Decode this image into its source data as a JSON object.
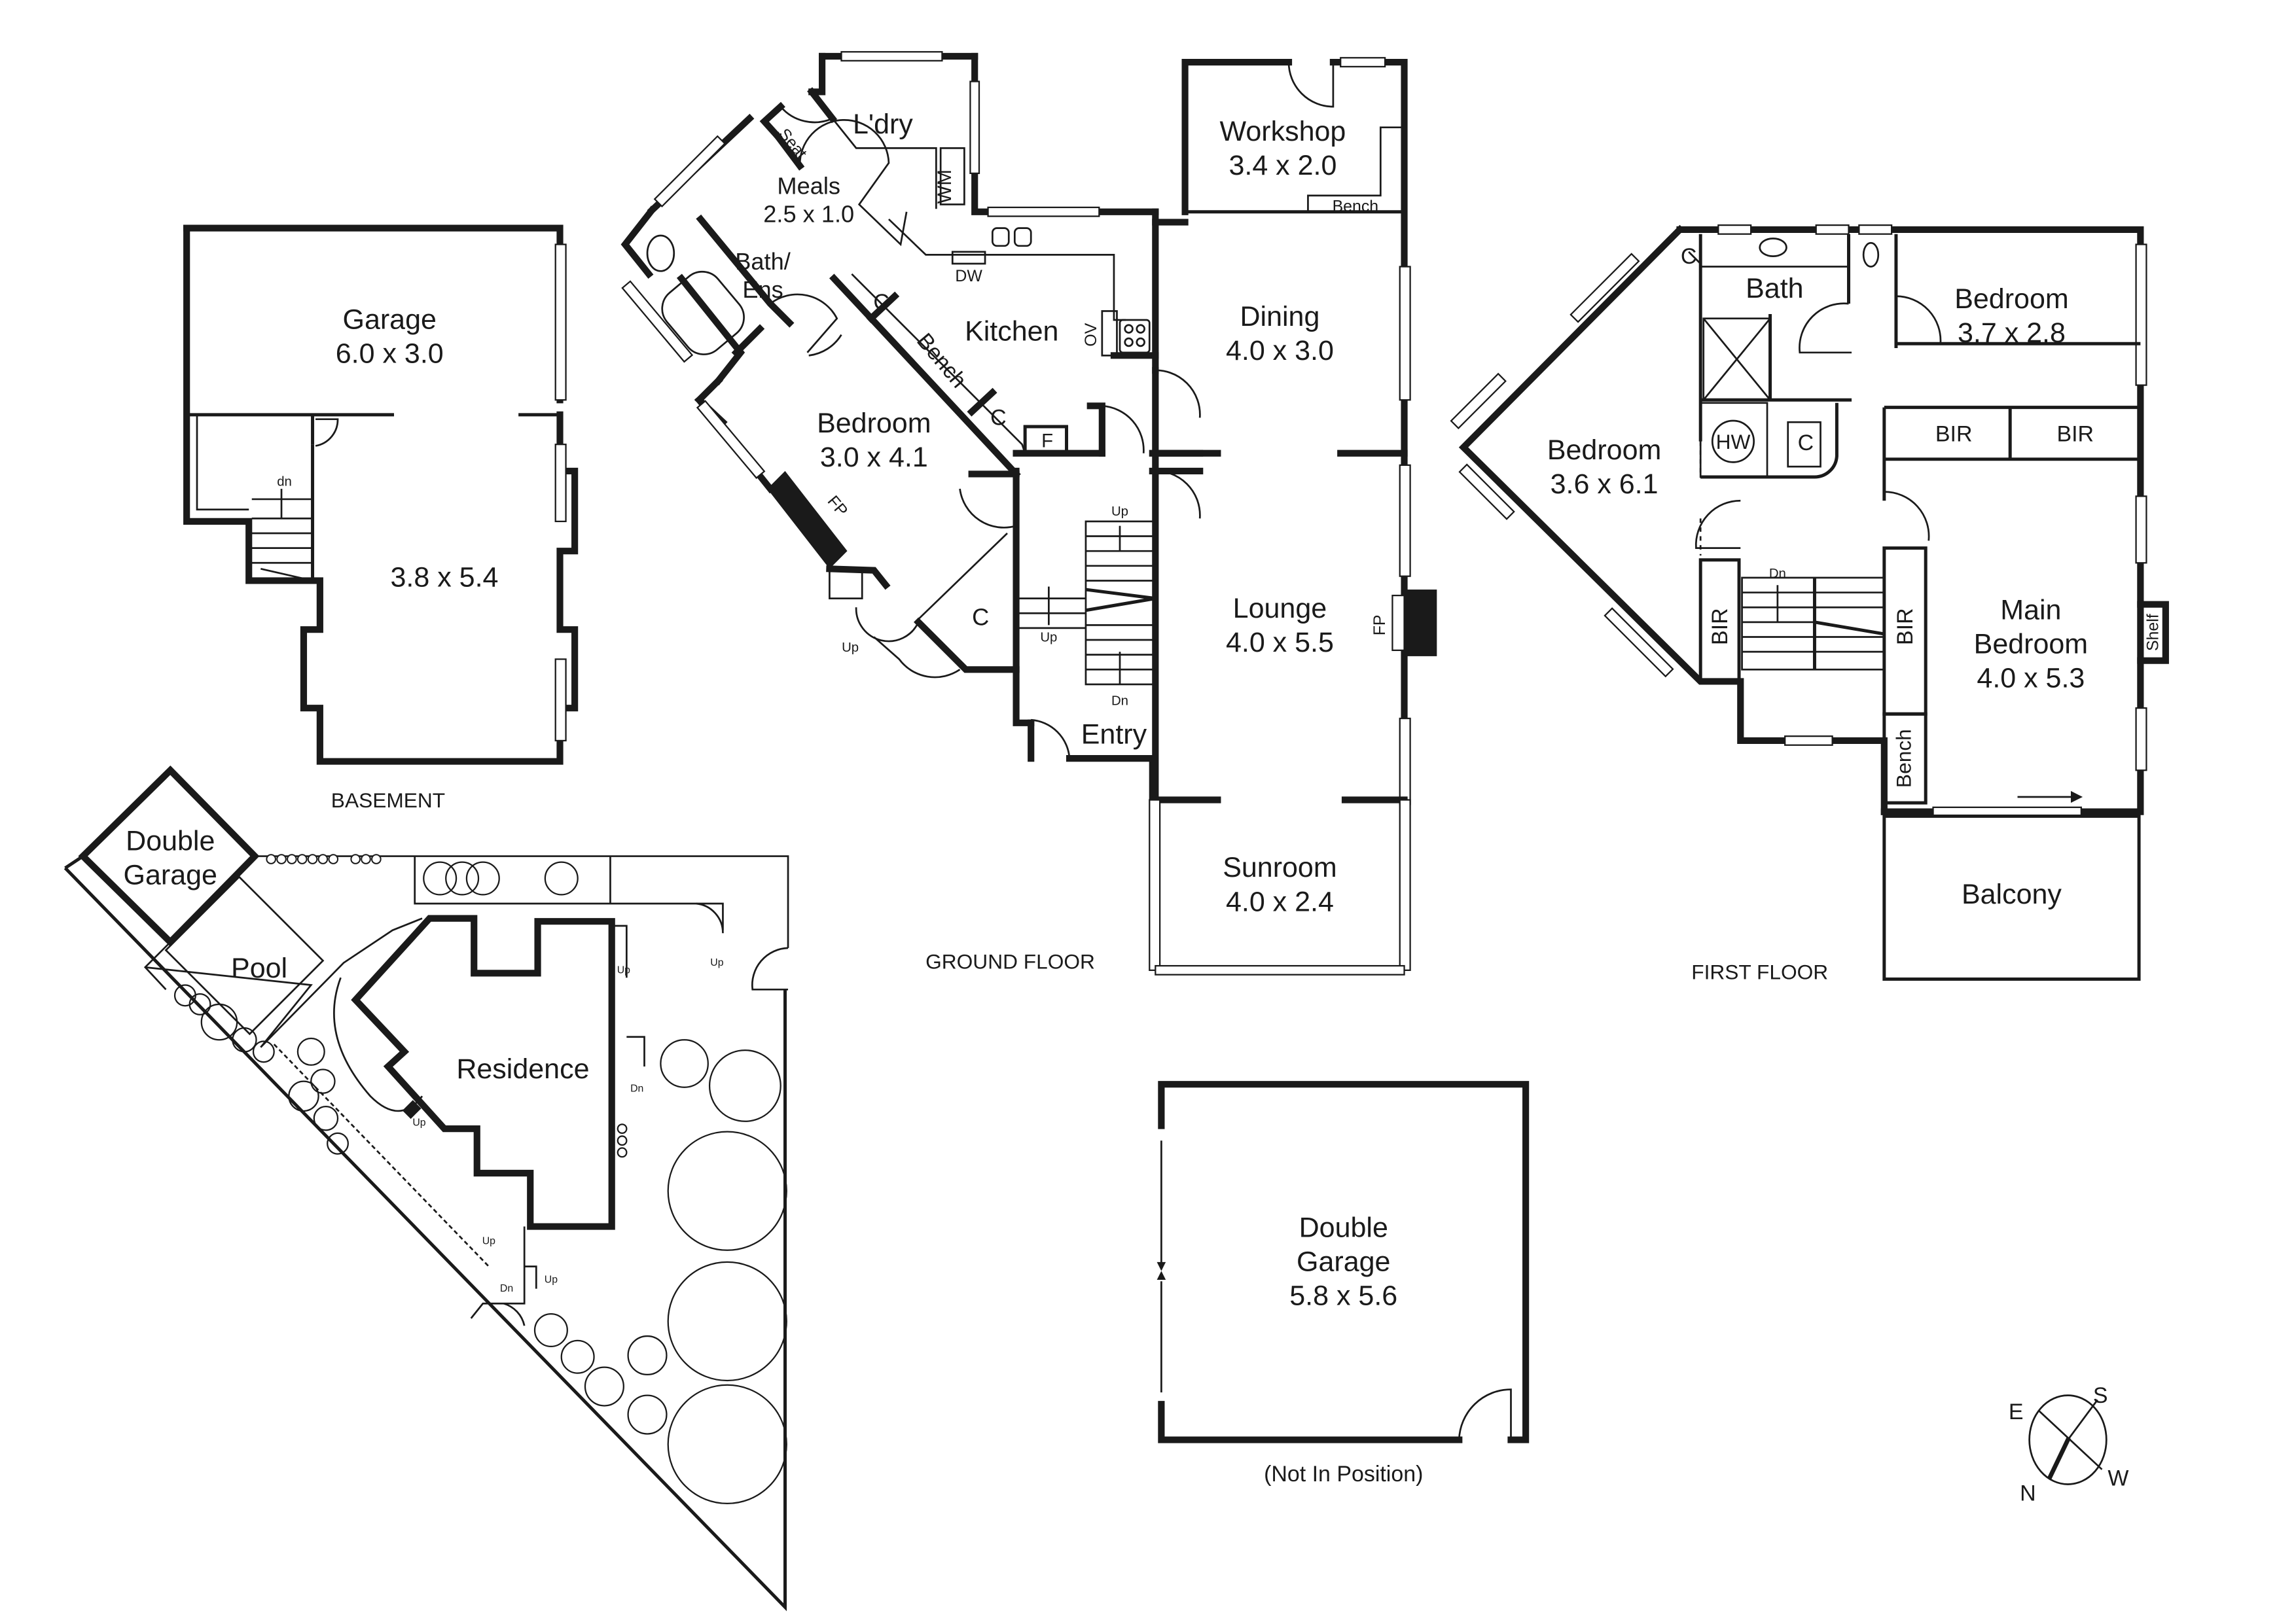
{
  "floors": {
    "basement": {
      "title": "BASEMENT",
      "rooms": [
        {
          "name": "Garage",
          "size": "6.0 x 3.0"
        },
        {
          "name": "",
          "size": "3.8 x 5.4"
        }
      ],
      "annotations": [
        "dn"
      ]
    },
    "ground": {
      "title": "GROUND FLOOR",
      "rooms": [
        {
          "name": "L'dry",
          "size": ""
        },
        {
          "name": "Meals",
          "size": "2.5 x 1.0"
        },
        {
          "name": "Bath/",
          "size": "Ens"
        },
        {
          "name": "Kitchen",
          "size": ""
        },
        {
          "name": "Bedroom",
          "size": "3.0 x 4.1"
        },
        {
          "name": "Workshop",
          "size": "3.4 x 2.0"
        },
        {
          "name": "Dining",
          "size": "4.0 x 3.0"
        },
        {
          "name": "Lounge",
          "size": "4.0 x 5.5"
        },
        {
          "name": "Sunroom",
          "size": "4.0 x 2.4"
        },
        {
          "name": "Entry",
          "size": ""
        }
      ],
      "fixtures": [
        "Seat",
        "WM",
        "DW",
        "OV",
        "C",
        "Bench",
        "C",
        "F",
        "FP",
        "C",
        "FP",
        "Bench"
      ],
      "stairs": [
        "Up",
        "Up",
        "Up",
        "Dn"
      ]
    },
    "first": {
      "title": "FIRST FLOOR",
      "rooms": [
        {
          "name": "Bath",
          "size": ""
        },
        {
          "name": "Bedroom",
          "size": "3.7 x 2.8"
        },
        {
          "name": "Bedroom",
          "size": "3.6 x 6.1"
        },
        {
          "name": "Main",
          "size": "Bedroom"
        },
        {
          "name": "4.0 x 5.3",
          "size": ""
        },
        {
          "name": "Balcony",
          "size": ""
        }
      ],
      "fixtures": [
        "C",
        "HW",
        "C",
        "BIR",
        "BIR",
        "BIR",
        "BIR",
        "Bench",
        "Shelf"
      ],
      "stairs": [
        "Dn"
      ]
    },
    "site": {
      "labels": [
        "Double",
        "Garage",
        "Pool",
        "Residence"
      ],
      "stairs": [
        "Up",
        "Up",
        "Dn",
        "Up",
        "Up",
        "Dn",
        "Up"
      ]
    },
    "outbuilding": {
      "name": "Double",
      "name2": "Garage",
      "size": "5.8 x 5.6",
      "note": "(Not In Position)"
    }
  },
  "compass": {
    "n": "N",
    "s": "S",
    "e": "E",
    "w": "W"
  }
}
